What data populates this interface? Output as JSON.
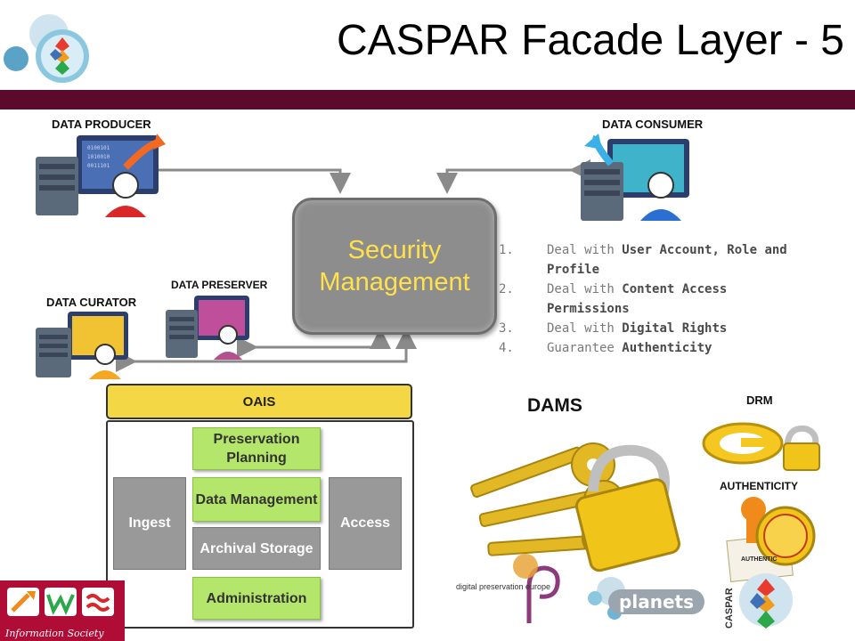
{
  "title": "CASPAR Facade Layer - 5",
  "roles": {
    "producer": "DATA PRODUCER",
    "consumer": "DATA CONSUMER",
    "curator": "DATA CURATOR",
    "preserver": "DATA PRESERVER"
  },
  "security": {
    "line1": "Security",
    "line2": "Management"
  },
  "duties": [
    {
      "num": "1.",
      "pre": "Deal with ",
      "bold": "User Account, Role and Profile"
    },
    {
      "num": "2.",
      "pre": "Deal with ",
      "bold": "Content Access Permissions"
    },
    {
      "num": "3.",
      "pre": "Deal with ",
      "bold": "Digital Rights"
    },
    {
      "num": "4.",
      "pre": "Guarantee ",
      "bold": "Authenticity"
    }
  ],
  "oais": {
    "header": "OAIS",
    "ingest": "Ingest",
    "access": "Access",
    "preservation_planning": "Preservation Planning",
    "data_management": "Data Management",
    "archival_storage": "Archival Storage",
    "administration": "Administration"
  },
  "tools": {
    "dams": "DAMS",
    "drm": "DRM",
    "authenticity": "AUTHENTICITY",
    "authentic_card": "AUTHENTIC"
  },
  "logos": {
    "dpe": "digital preservation europe",
    "planets": "planets",
    "caspar": "CASPAR",
    "info_society": "Information Society"
  },
  "colors": {
    "title_bar": "#5b0a2c",
    "security_box": "#8d8d8d",
    "security_text": "#ffe14d",
    "oais_header": "#f4d744",
    "functional_box": "#b3e66a",
    "entity_box": "#999999"
  }
}
